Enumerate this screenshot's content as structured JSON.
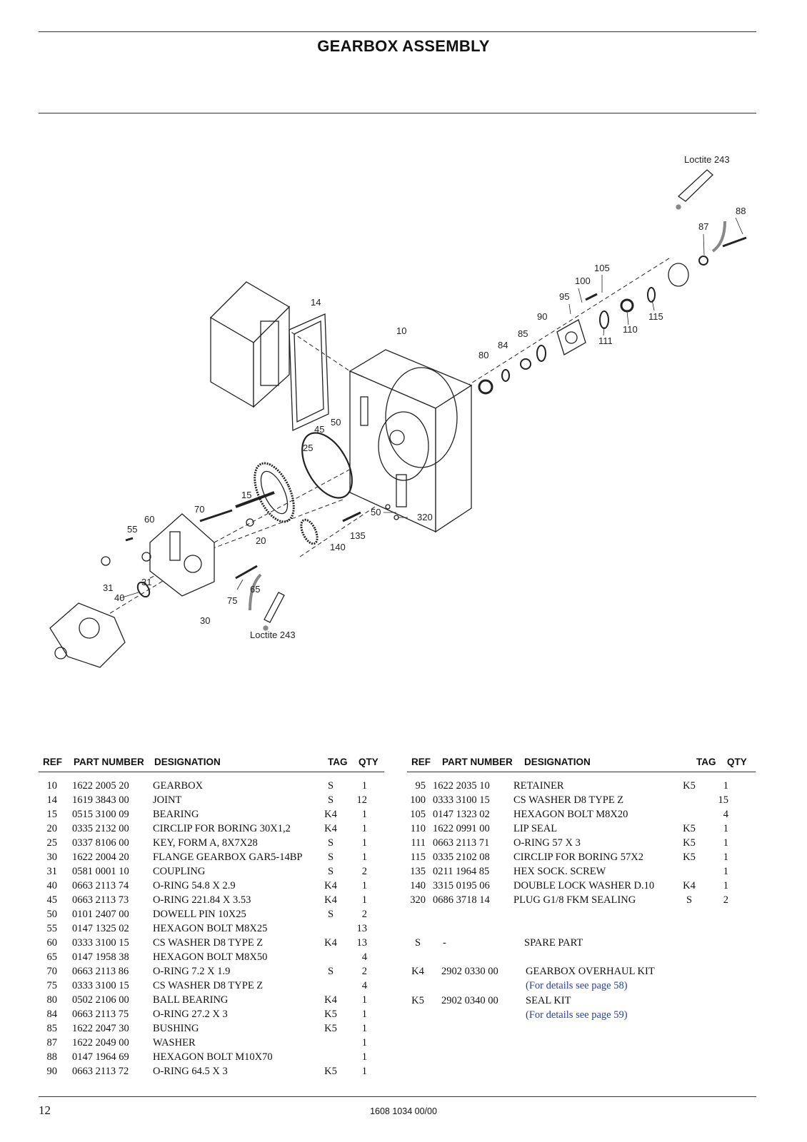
{
  "title": "GEARBOX ASSEMBLY",
  "diagram": {
    "loctite_top": "Loctite 243",
    "loctite_bottom": "Loctite 243",
    "callouts": [
      "88",
      "87",
      "105",
      "100",
      "95",
      "115",
      "110",
      "111",
      "90",
      "85",
      "84",
      "80",
      "14",
      "10",
      "50",
      "45",
      "25",
      "15",
      "70",
      "60",
      "55",
      "20",
      "50",
      "320",
      "135",
      "140",
      "31",
      "31",
      "40",
      "65",
      "75",
      "30"
    ]
  },
  "table_headers": {
    "ref": "REF",
    "part_number": "PART NUMBER",
    "designation": "DESIGNATION",
    "tag": "TAG",
    "qty": "QTY"
  },
  "left_rows": [
    {
      "ref": "10",
      "pn": "1622 2005 20",
      "des": "GEARBOX",
      "tag": "S",
      "qty": "1"
    },
    {
      "ref": "14",
      "pn": "1619 3843 00",
      "des": "JOINT",
      "tag": "S",
      "qty": "12"
    },
    {
      "ref": "15",
      "pn": "0515 3100 09",
      "des": "BEARING",
      "tag": "K4",
      "qty": "1"
    },
    {
      "ref": "20",
      "pn": "0335 2132 00",
      "des": "CIRCLIP FOR BORING 30X1,2",
      "tag": "K4",
      "qty": "1"
    },
    {
      "ref": "25",
      "pn": "0337 8106 00",
      "des": "KEY, FORM A, 8X7X28",
      "tag": "S",
      "qty": "1"
    },
    {
      "ref": "30",
      "pn": "1622 2004 20",
      "des": "FLANGE GEARBOX GAR5-14BP",
      "tag": "S",
      "qty": "1"
    },
    {
      "ref": "31",
      "pn": "0581 0001 10",
      "des": "COUPLING",
      "tag": "S",
      "qty": "2"
    },
    {
      "ref": "40",
      "pn": "0663 2113 74",
      "des": "O-RING 54.8 X 2.9",
      "tag": "K4",
      "qty": "1"
    },
    {
      "ref": "45",
      "pn": "0663 2113 73",
      "des": "O-RING 221.84 X 3.53",
      "tag": "K4",
      "qty": "1"
    },
    {
      "ref": "50",
      "pn": "0101 2407 00",
      "des": "DOWELL PIN 10X25",
      "tag": "S",
      "qty": "2"
    },
    {
      "ref": "55",
      "pn": "0147 1325 02",
      "des": "HEXAGON BOLT M8X25",
      "tag": "",
      "qty": "13"
    },
    {
      "ref": "60",
      "pn": "0333 3100 15",
      "des": "CS WASHER D8 TYPE Z",
      "tag": "K4",
      "qty": "13"
    },
    {
      "ref": "65",
      "pn": "0147 1958 38",
      "des": "HEXAGON BOLT M8X50",
      "tag": "",
      "qty": "4"
    },
    {
      "ref": "70",
      "pn": "0663 2113 86",
      "des": "O-RING 7.2 X 1.9",
      "tag": "S",
      "qty": "2"
    },
    {
      "ref": "75",
      "pn": "0333 3100 15",
      "des": "CS WASHER D8 TYPE Z",
      "tag": "",
      "qty": "4"
    },
    {
      "ref": "80",
      "pn": "0502 2106 00",
      "des": "BALL BEARING",
      "tag": "K4",
      "qty": "1"
    },
    {
      "ref": "84",
      "pn": "0663 2113 75",
      "des": "O-RING 27.2 X 3",
      "tag": "K5",
      "qty": "1"
    },
    {
      "ref": "85",
      "pn": "1622 2047 30",
      "des": "BUSHING",
      "tag": "K5",
      "qty": "1"
    },
    {
      "ref": "87",
      "pn": "1622 2049 00",
      "des": "WASHER",
      "tag": "",
      "qty": "1"
    },
    {
      "ref": "88",
      "pn": "0147 1964 69",
      "des": "HEXAGON BOLT M10X70",
      "tag": "",
      "qty": "1"
    },
    {
      "ref": "90",
      "pn": "0663 2113 72",
      "des": "O-RING 64.5 X 3",
      "tag": "K5",
      "qty": "1"
    }
  ],
  "right_rows": [
    {
      "ref": "95",
      "pn": "1622 2035 10",
      "des": "RETAINER",
      "tag": "K5",
      "qty": "1"
    },
    {
      "ref": "100",
      "pn": "0333 3100 15",
      "des": "CS WASHER D8 TYPE Z",
      "tag": "",
      "qty": "15"
    },
    {
      "ref": "105",
      "pn": "0147 1323 02",
      "des": "HEXAGON BOLT M8X20",
      "tag": "",
      "qty": "4"
    },
    {
      "ref": "110",
      "pn": "1622 0991 00",
      "des": "LIP SEAL",
      "tag": "K5",
      "qty": "1"
    },
    {
      "ref": "111",
      "pn": "0663 2113 71",
      "des": "O-RING 57 X 3",
      "tag": "K5",
      "qty": "1"
    },
    {
      "ref": "115",
      "pn": "0335 2102 08",
      "des": "CIRCLIP FOR BORING 57X2",
      "tag": "K5",
      "qty": "1"
    },
    {
      "ref": "135",
      "pn": "0211 1964 85",
      "des": "HEX SOCK. SCREW",
      "tag": "",
      "qty": "1"
    },
    {
      "ref": "140",
      "pn": "3315 0195 06",
      "des": "DOUBLE LOCK WASHER D.10",
      "tag": "K4",
      "qty": "1"
    },
    {
      "ref": "320",
      "pn": "0686 3718 14",
      "des": "PLUG G1/8 FKM SEALING",
      "tag": "S",
      "qty": "2"
    }
  ],
  "legend": {
    "s": {
      "code": "S",
      "pn": "-",
      "text": "SPARE PART"
    },
    "k4": {
      "code": "K4",
      "pn": "2902 0330 00",
      "text": "GEARBOX OVERHAUL KIT",
      "note": "(For details see page 58)"
    },
    "k5": {
      "code": "K5",
      "pn": "2902 0340 00",
      "text": "SEAL KIT",
      "note": "(For details see page 59)"
    }
  },
  "footer": {
    "page": "12",
    "doc": "1608 1034 00/00"
  }
}
